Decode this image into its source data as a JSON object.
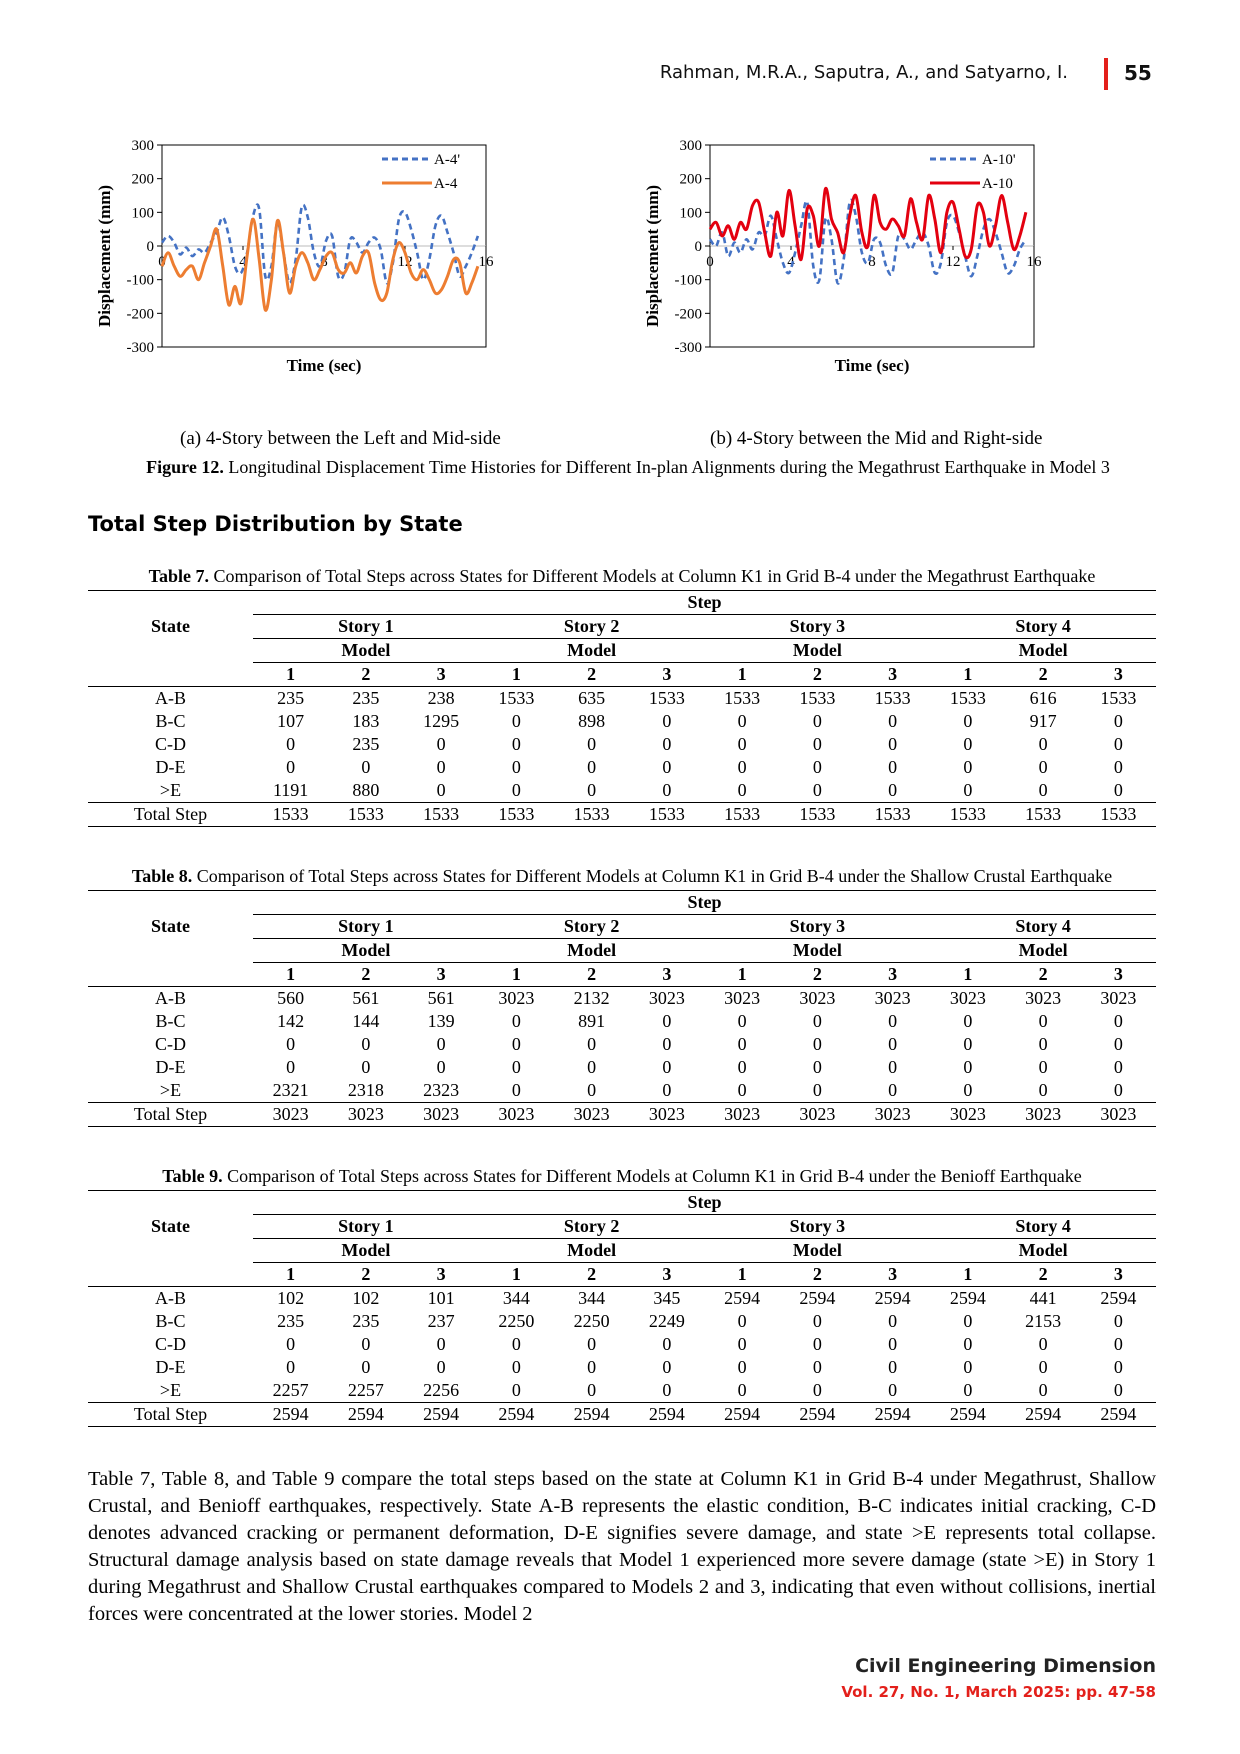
{
  "header": {
    "authors": "Rahman, M.R.A., Saputra, A., and Satyarno, I.",
    "page": "55"
  },
  "figure": {
    "caption_label": "Figure 12.",
    "caption_text": "Longitudinal Displacement Time Histories for Different In-plan Alignments during the Megathrust Earthquake in Model 3",
    "sub_a": "(a) 4-Story between the Left and Mid-side",
    "sub_b": "(b) 4-Story between the Mid and Right-side"
  },
  "chart_data": [
    {
      "type": "line",
      "xlabel": "Time (sec)",
      "ylabel": "Displacement (mm)",
      "xlim": [
        0,
        16
      ],
      "ylim": [
        -300,
        300
      ],
      "xticks": [
        "0",
        "4",
        "8",
        "12",
        "16"
      ],
      "yticks": [
        "300",
        "200",
        "100",
        "0",
        "-100",
        "-200",
        "-300"
      ],
      "grid": false,
      "legend": "top-right",
      "series": [
        {
          "name": "A-4'",
          "color": "#4472c4",
          "dash": true,
          "x": [
            0,
            0.3,
            0.6,
            0.9,
            1.2,
            1.5,
            1.8,
            2.1,
            2.4,
            2.7,
            3.0,
            3.3,
            3.6,
            3.9,
            4.2,
            4.5,
            4.8,
            5.1,
            5.4,
            5.7,
            6.0,
            6.3,
            6.6,
            6.9,
            7.2,
            7.5,
            7.8,
            8.1,
            8.4,
            8.7,
            9.0,
            9.3,
            9.6,
            9.9,
            10.2,
            10.5,
            10.8,
            11.1,
            11.4,
            11.7,
            12.0,
            12.3,
            12.6,
            12.9,
            13.2,
            13.5,
            13.8,
            14.1,
            14.4,
            14.7,
            15.0,
            15.3,
            15.6
          ],
          "y": [
            10,
            30,
            10,
            -25,
            -5,
            -30,
            -10,
            -20,
            10,
            40,
            85,
            30,
            -60,
            -80,
            -20,
            90,
            110,
            -90,
            -60,
            70,
            -20,
            -110,
            -40,
            115,
            85,
            -20,
            -60,
            15,
            30,
            -90,
            -80,
            20,
            10,
            -20,
            10,
            25,
            -10,
            -110,
            -50,
            80,
            100,
            50,
            -20,
            -100,
            -40,
            60,
            90,
            40,
            -20,
            -90,
            -60,
            -20,
            30
          ]
        },
        {
          "name": "A-4",
          "color": "#ed7d31",
          "dash": false,
          "x": [
            0,
            0.3,
            0.6,
            0.9,
            1.2,
            1.5,
            1.8,
            2.1,
            2.4,
            2.7,
            3.0,
            3.3,
            3.6,
            3.9,
            4.2,
            4.5,
            4.8,
            5.1,
            5.4,
            5.7,
            6.0,
            6.3,
            6.6,
            6.9,
            7.2,
            7.5,
            7.8,
            8.1,
            8.4,
            8.7,
            9.0,
            9.3,
            9.6,
            9.9,
            10.2,
            10.5,
            10.8,
            11.1,
            11.4,
            11.7,
            12.0,
            12.3,
            12.6,
            12.9,
            13.2,
            13.5,
            13.8,
            14.1,
            14.4,
            14.7,
            15.0,
            15.3,
            15.6
          ],
          "y": [
            -60,
            -20,
            -60,
            -90,
            -70,
            -60,
            -100,
            -50,
            0,
            50,
            -60,
            -175,
            -120,
            -170,
            -30,
            80,
            -40,
            -190,
            -100,
            75,
            -20,
            -140,
            -60,
            -20,
            -50,
            -100,
            -70,
            -30,
            -20,
            -70,
            -80,
            -50,
            -80,
            -30,
            -20,
            -110,
            -160,
            -140,
            -40,
            10,
            -20,
            -80,
            -100,
            -70,
            -100,
            -140,
            -130,
            -90,
            -40,
            -50,
            -140,
            -110,
            -60
          ]
        }
      ]
    },
    {
      "type": "line",
      "xlabel": "Time (sec)",
      "ylabel": "Displacement (mm)",
      "xlim": [
        0,
        16
      ],
      "ylim": [
        -300,
        300
      ],
      "xticks": [
        "0",
        "4",
        "8",
        "12",
        "16"
      ],
      "yticks": [
        "300",
        "200",
        "100",
        "0",
        "-100",
        "-200",
        "-300"
      ],
      "grid": false,
      "legend": "top-right",
      "series": [
        {
          "name": "A-10'",
          "color": "#4472c4",
          "dash": true,
          "x": [
            0,
            0.3,
            0.6,
            0.9,
            1.2,
            1.5,
            1.8,
            2.1,
            2.4,
            2.7,
            3.0,
            3.3,
            3.6,
            3.9,
            4.2,
            4.5,
            4.8,
            5.1,
            5.4,
            5.7,
            6.0,
            6.3,
            6.6,
            6.9,
            7.2,
            7.5,
            7.8,
            8.1,
            8.4,
            8.7,
            9.0,
            9.3,
            9.6,
            9.9,
            10.2,
            10.5,
            10.8,
            11.1,
            11.4,
            11.7,
            12.0,
            12.3,
            12.6,
            12.9,
            13.2,
            13.5,
            13.8,
            14.1,
            14.4,
            14.7,
            15.0,
            15.3,
            15.6
          ],
          "y": [
            20,
            0,
            40,
            -30,
            10,
            -20,
            20,
            -10,
            40,
            30,
            90,
            20,
            -50,
            -80,
            -20,
            60,
            130,
            -60,
            -100,
            80,
            20,
            -110,
            -40,
            130,
            90,
            -20,
            -50,
            20,
            10,
            -60,
            -80,
            30,
            20,
            -10,
            20,
            40,
            0,
            -80,
            -50,
            70,
            90,
            40,
            -30,
            -90,
            -30,
            50,
            80,
            40,
            -20,
            -80,
            -60,
            -10,
            20
          ]
        },
        {
          "name": "A-10",
          "color": "#e3000f",
          "dash": false,
          "x": [
            0,
            0.3,
            0.6,
            0.9,
            1.2,
            1.5,
            1.8,
            2.1,
            2.4,
            2.7,
            3.0,
            3.3,
            3.6,
            3.9,
            4.2,
            4.5,
            4.8,
            5.1,
            5.4,
            5.7,
            6.0,
            6.3,
            6.6,
            6.9,
            7.2,
            7.5,
            7.8,
            8.1,
            8.4,
            8.7,
            9.0,
            9.3,
            9.6,
            9.9,
            10.2,
            10.5,
            10.8,
            11.1,
            11.4,
            11.7,
            12.0,
            12.3,
            12.6,
            12.9,
            13.2,
            13.5,
            13.8,
            14.1,
            14.4,
            14.7,
            15.0,
            15.3,
            15.6
          ],
          "y": [
            50,
            70,
            30,
            60,
            20,
            70,
            50,
            120,
            130,
            40,
            -30,
            100,
            30,
            165,
            60,
            -40,
            110,
            90,
            0,
            170,
            80,
            40,
            -20,
            90,
            150,
            40,
            0,
            150,
            70,
            50,
            80,
            60,
            30,
            140,
            70,
            20,
            150,
            80,
            -20,
            100,
            130,
            50,
            -30,
            -10,
            120,
            100,
            0,
            60,
            150,
            70,
            -10,
            30,
            100
          ]
        }
      ]
    }
  ],
  "section_heading": "Total Step Distribution by State",
  "tables": [
    {
      "label": "Table 7.",
      "caption": "Comparison of Total Steps across States for Different Models at Column K1 in Grid B-4 under the Megathrust Earthquake",
      "state_label": "State",
      "step_label": "Step",
      "model_label": "Model",
      "stories": [
        "Story 1",
        "Story 2",
        "Story 3",
        "Story 4"
      ],
      "models": [
        "1",
        "2",
        "3"
      ],
      "rows": [
        {
          "state": "A-B",
          "values": [
            "235",
            "235",
            "238",
            "1533",
            "635",
            "1533",
            "1533",
            "1533",
            "1533",
            "1533",
            "616",
            "1533"
          ]
        },
        {
          "state": "B-C",
          "values": [
            "107",
            "183",
            "1295",
            "0",
            "898",
            "0",
            "0",
            "0",
            "0",
            "0",
            "917",
            "0"
          ]
        },
        {
          "state": "C-D",
          "values": [
            "0",
            "235",
            "0",
            "0",
            "0",
            "0",
            "0",
            "0",
            "0",
            "0",
            "0",
            "0"
          ]
        },
        {
          "state": "D-E",
          "values": [
            "0",
            "0",
            "0",
            "0",
            "0",
            "0",
            "0",
            "0",
            "0",
            "0",
            "0",
            "0"
          ]
        },
        {
          "state": ">E",
          "values": [
            "1191",
            "880",
            "0",
            "0",
            "0",
            "0",
            "0",
            "0",
            "0",
            "0",
            "0",
            "0"
          ]
        },
        {
          "state": "Total Step",
          "values": [
            "1533",
            "1533",
            "1533",
            "1533",
            "1533",
            "1533",
            "1533",
            "1533",
            "1533",
            "1533",
            "1533",
            "1533"
          ]
        }
      ]
    },
    {
      "label": "Table 8.",
      "caption": "Comparison of Total Steps across States for Different Models at Column K1 in Grid B-4 under the Shallow Crustal Earthquake",
      "state_label": "State",
      "step_label": "Step",
      "model_label": "Model",
      "stories": [
        "Story 1",
        "Story 2",
        "Story 3",
        "Story 4"
      ],
      "models": [
        "1",
        "2",
        "3"
      ],
      "rows": [
        {
          "state": "A-B",
          "values": [
            "560",
            "561",
            "561",
            "3023",
            "2132",
            "3023",
            "3023",
            "3023",
            "3023",
            "3023",
            "3023",
            "3023"
          ]
        },
        {
          "state": "B-C",
          "values": [
            "142",
            "144",
            "139",
            "0",
            "891",
            "0",
            "0",
            "0",
            "0",
            "0",
            "0",
            "0"
          ]
        },
        {
          "state": "C-D",
          "values": [
            "0",
            "0",
            "0",
            "0",
            "0",
            "0",
            "0",
            "0",
            "0",
            "0",
            "0",
            "0"
          ]
        },
        {
          "state": "D-E",
          "values": [
            "0",
            "0",
            "0",
            "0",
            "0",
            "0",
            "0",
            "0",
            "0",
            "0",
            "0",
            "0"
          ]
        },
        {
          "state": ">E",
          "values": [
            "2321",
            "2318",
            "2323",
            "0",
            "0",
            "0",
            "0",
            "0",
            "0",
            "0",
            "0",
            "0"
          ]
        },
        {
          "state": "Total Step",
          "values": [
            "3023",
            "3023",
            "3023",
            "3023",
            "3023",
            "3023",
            "3023",
            "3023",
            "3023",
            "3023",
            "3023",
            "3023"
          ]
        }
      ]
    },
    {
      "label": "Table 9.",
      "caption": "Comparison of Total Steps across States for Different Models at Column K1 in Grid B-4 under the Benioff Earthquake",
      "state_label": "State",
      "step_label": "Step",
      "model_label": "Model",
      "stories": [
        "Story 1",
        "Story 2",
        "Story 3",
        "Story 4"
      ],
      "models": [
        "1",
        "2",
        "3"
      ],
      "rows": [
        {
          "state": "A-B",
          "values": [
            "102",
            "102",
            "101",
            "344",
            "344",
            "345",
            "2594",
            "2594",
            "2594",
            "2594",
            "441",
            "2594"
          ]
        },
        {
          "state": "B-C",
          "values": [
            "235",
            "235",
            "237",
            "2250",
            "2250",
            "2249",
            "0",
            "0",
            "0",
            "0",
            "2153",
            "0"
          ]
        },
        {
          "state": "C-D",
          "values": [
            "0",
            "0",
            "0",
            "0",
            "0",
            "0",
            "0",
            "0",
            "0",
            "0",
            "0",
            "0"
          ]
        },
        {
          "state": "D-E",
          "values": [
            "0",
            "0",
            "0",
            "0",
            "0",
            "0",
            "0",
            "0",
            "0",
            "0",
            "0",
            "0"
          ]
        },
        {
          "state": ">E",
          "values": [
            "2257",
            "2257",
            "2256",
            "0",
            "0",
            "0",
            "0",
            "0",
            "0",
            "0",
            "0",
            "0"
          ]
        },
        {
          "state": "Total Step",
          "values": [
            "2594",
            "2594",
            "2594",
            "2594",
            "2594",
            "2594",
            "2594",
            "2594",
            "2594",
            "2594",
            "2594",
            "2594"
          ]
        }
      ]
    }
  ],
  "paragraph": "Table 7, Table 8, and Table 9 compare the total steps based on the state at Column K1 in Grid B-4 under Megathrust, Shallow Crustal, and Benioff earthquakes, respectively. State A-B represents the elastic condition, B-C indicates initial cracking, C-D denotes advanced cracking or permanent deformation, D-E signifies severe damage, and state >E represents total collapse. Structural damage analysis based on state damage reveals that Model 1 experienced more severe damage (state >E) in Story 1 during Megathrust and Shallow Crustal earthquakes compared to Models 2 and 3, indicating that even without collisions, inertial forces were concentrated at the lower stories. Model 2",
  "footer": {
    "journal": "Civil Engineering Dimension",
    "volume": "Vol. 27, No. 1, March 2025: pp. 47-58"
  }
}
